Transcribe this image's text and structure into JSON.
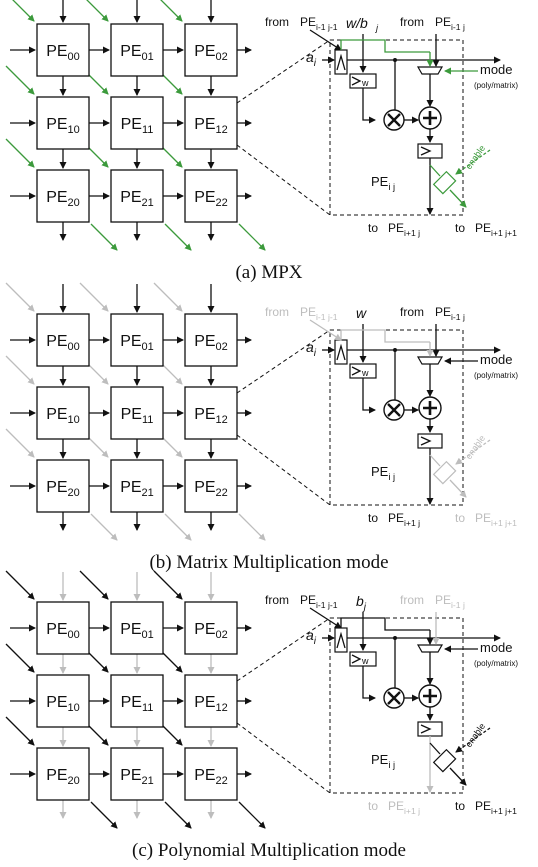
{
  "colors": {
    "black": "#111111",
    "green": "#3c9a3c",
    "gray": "#bdbdbd"
  },
  "pe_labels": [
    [
      "00",
      "01",
      "02"
    ],
    [
      "10",
      "11",
      "12"
    ],
    [
      "20",
      "21",
      "22"
    ]
  ],
  "captions": {
    "a": "(a) MPX",
    "b": "(b) Matrix Multiplication mode",
    "c": "(c) Polynomial Multiplication mode"
  },
  "text": {
    "pe_prefix": "PE",
    "from_diag_sub": "i-1 j-1",
    "from_up_sub": "i-1 j",
    "to_down_sub": "i+1 j",
    "to_diag_sub": "i+1 j+1",
    "pe_ij_sub": "i j",
    "a_label": "a",
    "a_sub": "i",
    "w_label": "w",
    "wb_label": "w/b",
    "b_label": "b",
    "j_sub": "j",
    "from_word": "from",
    "to_word": "to",
    "mode": "mode",
    "mode_sub": "(poly/matrix)",
    "enable": "enable",
    "reg_w": "w"
  }
}
